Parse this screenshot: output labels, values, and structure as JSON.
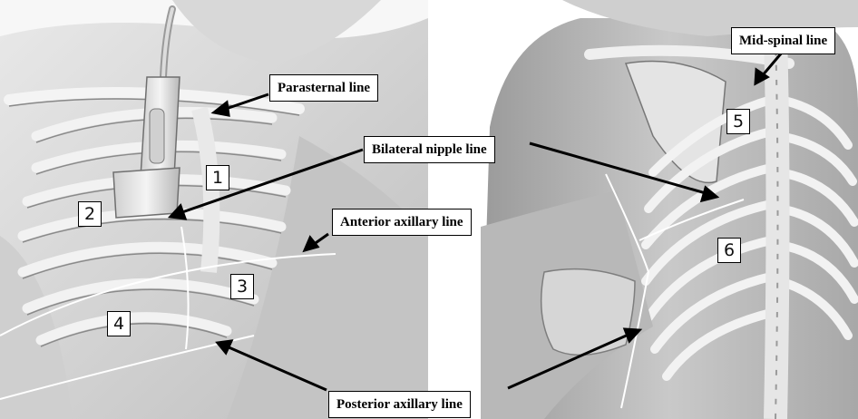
{
  "labels": {
    "parasternal": "Parasternal line",
    "bilateral_nipple": "Bilateral nipple line",
    "anterior_axillary": "Anterior axillary line",
    "posterior_axillary": "Posterior axillary line",
    "mid_spinal": "Mid-spinal line"
  },
  "zones": [
    "1",
    "2",
    "3",
    "4",
    "5",
    "6"
  ]
}
